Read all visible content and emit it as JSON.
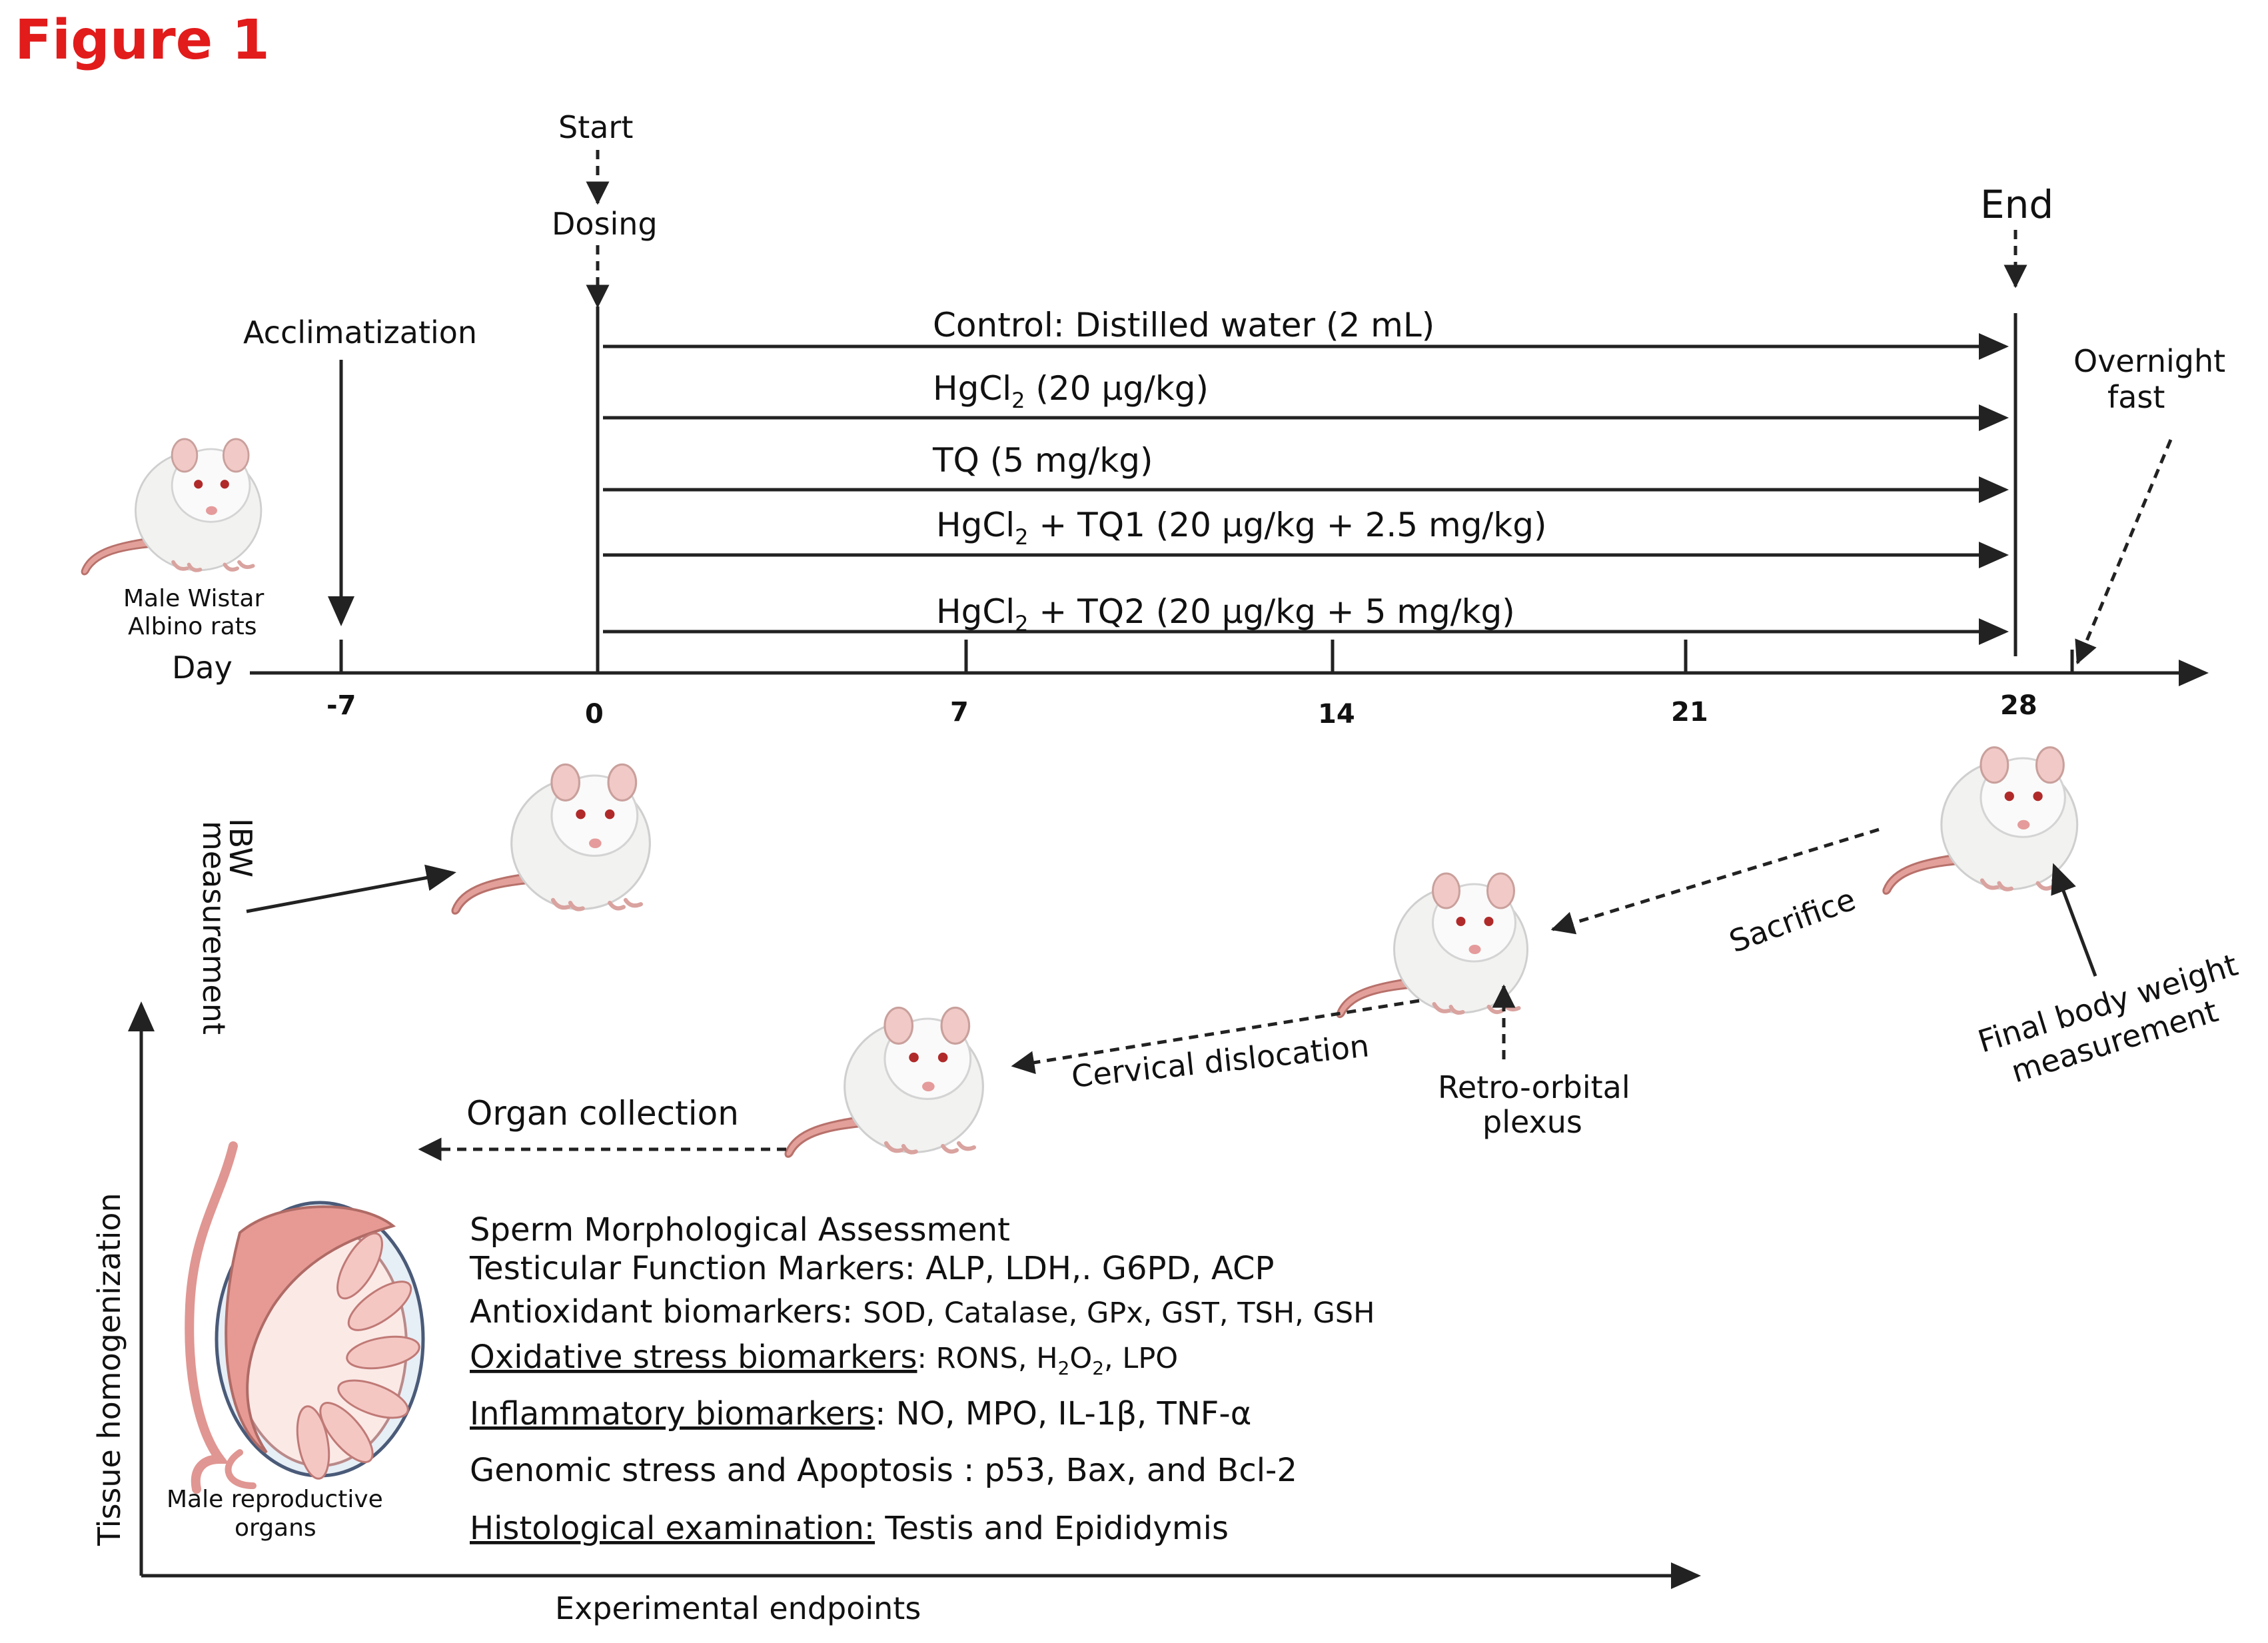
{
  "figure_title": "Figure 1",
  "timeline": {
    "axis_label": "Day",
    "ticks": [
      "-7",
      "0",
      "7",
      "14",
      "21",
      "28"
    ],
    "start_label": "Start",
    "dosing_label": "Dosing",
    "end_label": "End",
    "acclimatization_label": "Acclimatization",
    "overnight_fast_line1": "Overnight",
    "overnight_fast_line2": "fast",
    "rat_caption_line1": "Male Wistar",
    "rat_caption_line2": "Albino rats"
  },
  "groups": [
    {
      "pre": "Control: Distilled water (2 mL)",
      "sub": "",
      "post": ""
    },
    {
      "pre": "HgCl",
      "sub": "2",
      "post": " (20 μg/kg)"
    },
    {
      "pre": "TQ (5 mg/kg)",
      "sub": "",
      "post": ""
    },
    {
      "pre": "HgCl",
      "sub": "2",
      "post": " + TQ1 (20 μg/kg + 2.5 mg/kg)"
    },
    {
      "pre": "HgCl",
      "sub": "2",
      "post": " + TQ2 (20 μg/kg + 5 mg/kg)"
    }
  ],
  "procedure": {
    "ibw_line1": "IBW",
    "ibw_line2": "measurement",
    "sacrifice": "Sacrifice",
    "final_bw_line1": "Final body weight",
    "final_bw_line2": "measurement",
    "retro_line1": "Retro-orbital",
    "retro_line2": "plexus",
    "cervical": "Cervical dislocation",
    "organ_collection": "Organ collection"
  },
  "endpoints_panel": {
    "y_axis_label": "Tissue homogenization",
    "x_axis_label": "Experimental endpoints",
    "organ_caption_line1": "Male reproductive",
    "organ_caption_line2": "organs",
    "items": {
      "sperm": "Sperm Morphological Assessment",
      "testicular_head": "Testicular Function Markers: ",
      "testicular_tail": "ALP, LDH,. G6PD, ACP",
      "antiox_head": "Antioxidant biomarkers: ",
      "antiox_tail": "SOD, Catalase, GPx, GST, TSH, GSH",
      "oxid_head": "Oxidative stress biomarkers",
      "oxid_tail_a": ": RONS, H",
      "oxid_sub1": "2",
      "oxid_o": "O",
      "oxid_sub2": "2",
      "oxid_tail_b": ", LPO",
      "inflam_head": "Inflammatory biomarkers",
      "inflam_tail": ": NO, MPO, IL-1β, TNF-α",
      "genomic": "Genomic stress and Apoptosis : p53, Bax, and Bcl-2",
      "histo_head": "Histological examination:",
      "histo_tail": " Testis and Epididymis"
    }
  }
}
